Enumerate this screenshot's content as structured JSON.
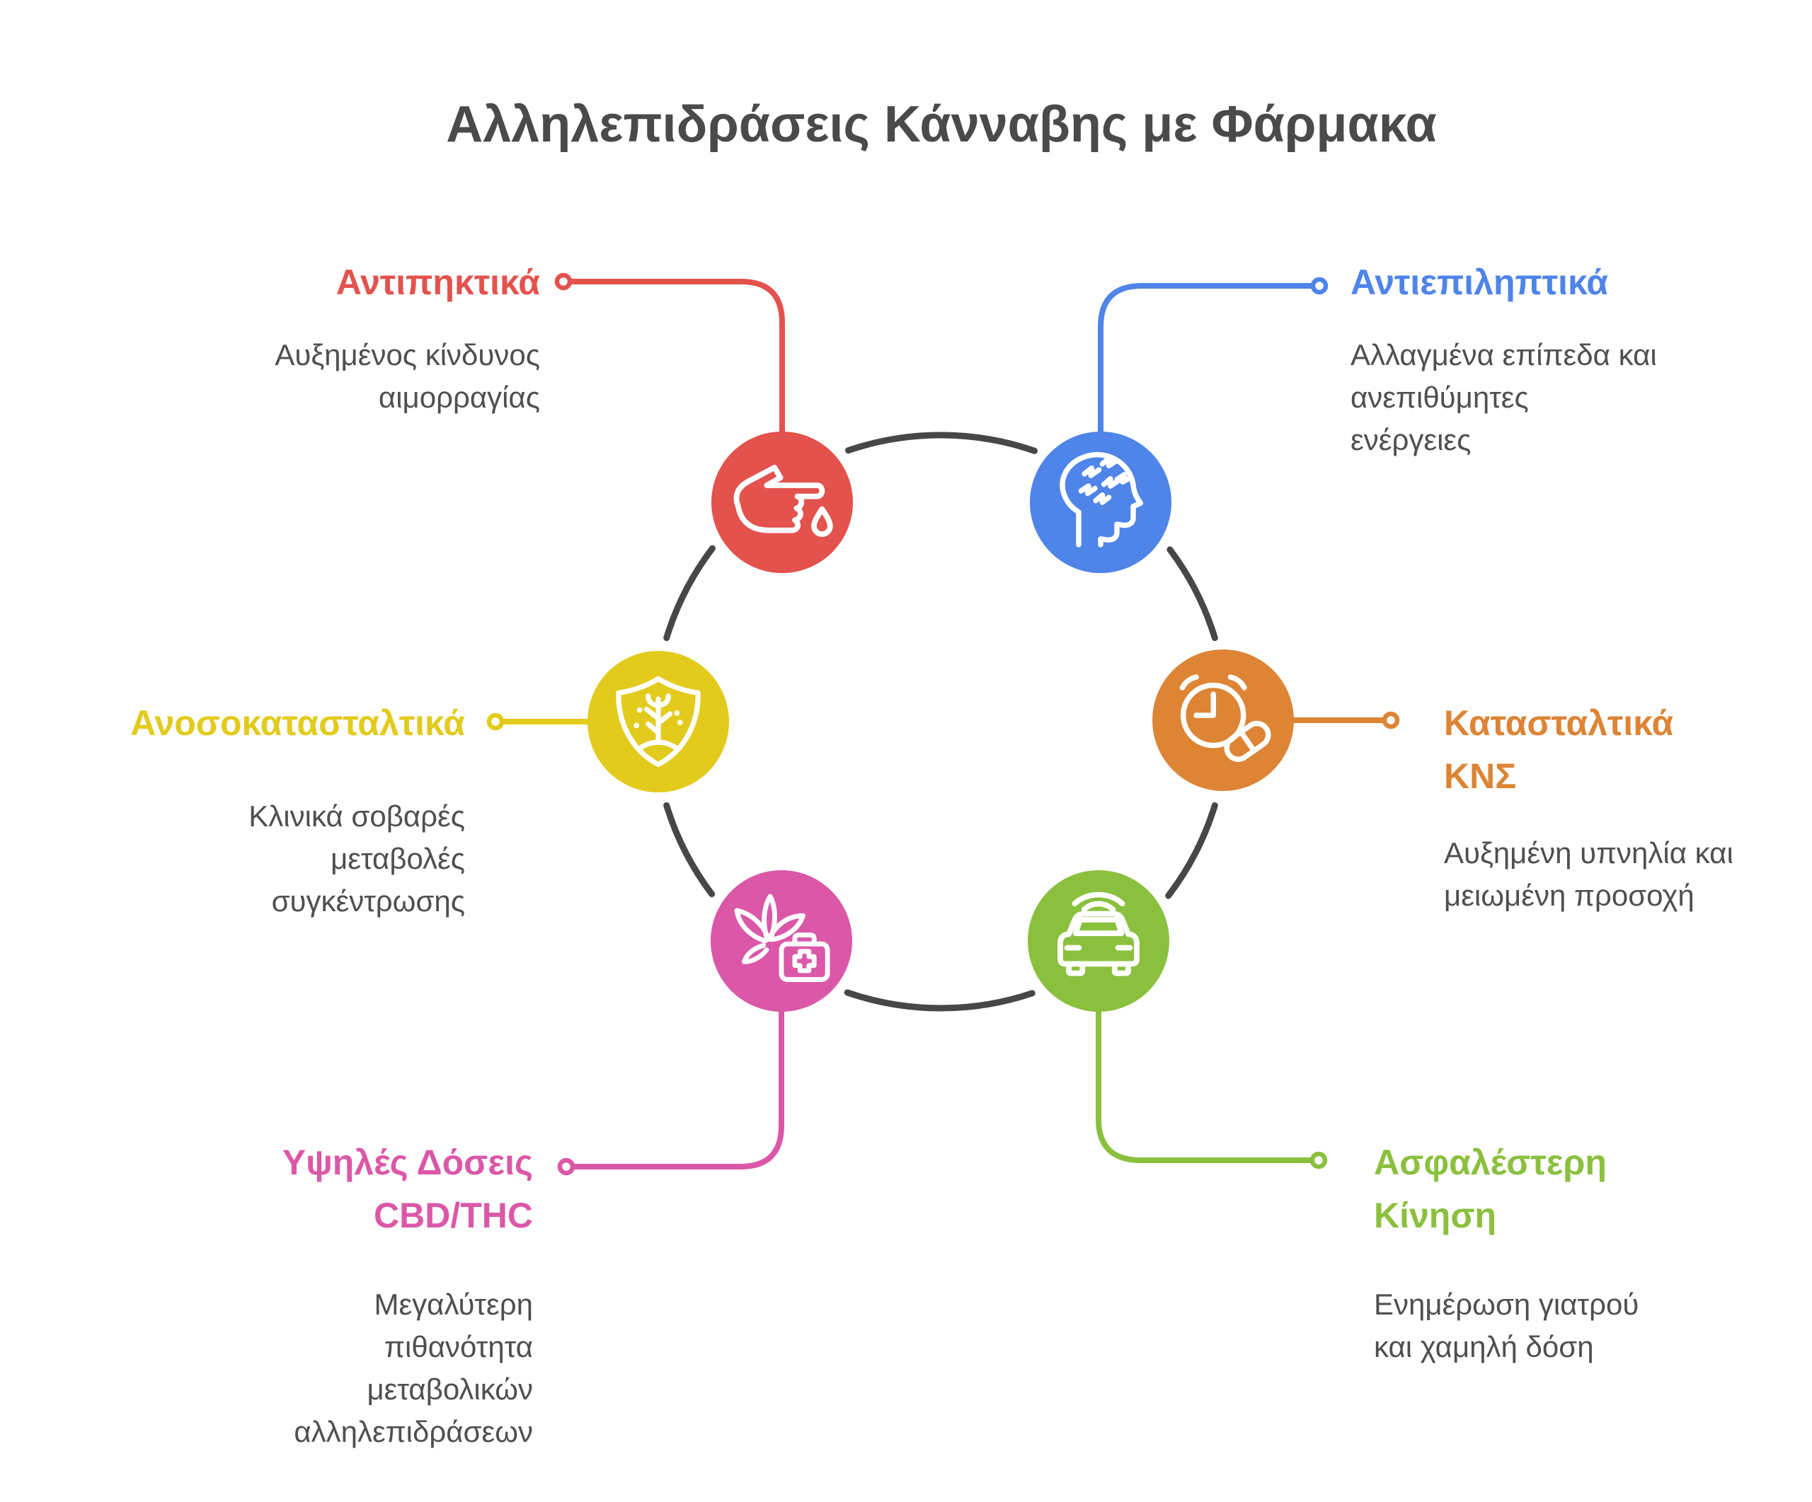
{
  "title": "Αλληλεπιδράσεις Κάνναβης με Φάρμακα",
  "items": [
    {
      "id": "anticoagulants",
      "heading": "Αντιπηκτικά",
      "description": "Αυξημένος κίνδυνος\nαιμορραγίας",
      "color": "#E4524E",
      "icon": "bleeding-hand-icon"
    },
    {
      "id": "antiepileptics",
      "heading": "Αντιεπιληπτικά",
      "description": "Αλλαγμένα επίπεδα και\nανεπιθύμητες\nενέργειες",
      "color": "#4F84E8",
      "icon": "seizure-head-icon"
    },
    {
      "id": "cns-depressants",
      "heading": "Κατασταλτικά\nΚΝΣ",
      "description": "Αυξημένη υπνηλία και\nμειωμένη προσοχή",
      "color": "#DD8435",
      "icon": "clock-pill-icon"
    },
    {
      "id": "safer-driving",
      "heading": "Ασφαλέστερη\nΚίνηση",
      "description": "Ενημέρωση γιατρού\nκαι χαμηλή δόση",
      "color": "#8BC03E",
      "icon": "smart-car-icon"
    },
    {
      "id": "high-doses-cbd-thc",
      "heading": "Υψηλές Δόσεις\nCBD/THC",
      "description": "Μεγαλύτερη\nπιθανότητα\nμεταβολικών\nαλληλεπιδράσεων",
      "color": "#DB58A8",
      "icon": "cannabis-first-aid-icon"
    },
    {
      "id": "immunosuppressants",
      "heading": "Ανοσοκατασταλτικά",
      "description": "Κλινικά σοβαρές\nμεταβολές\nσυγκέντρωσης",
      "color": "#E2CB1D",
      "icon": "immune-shield-icon"
    }
  ]
}
